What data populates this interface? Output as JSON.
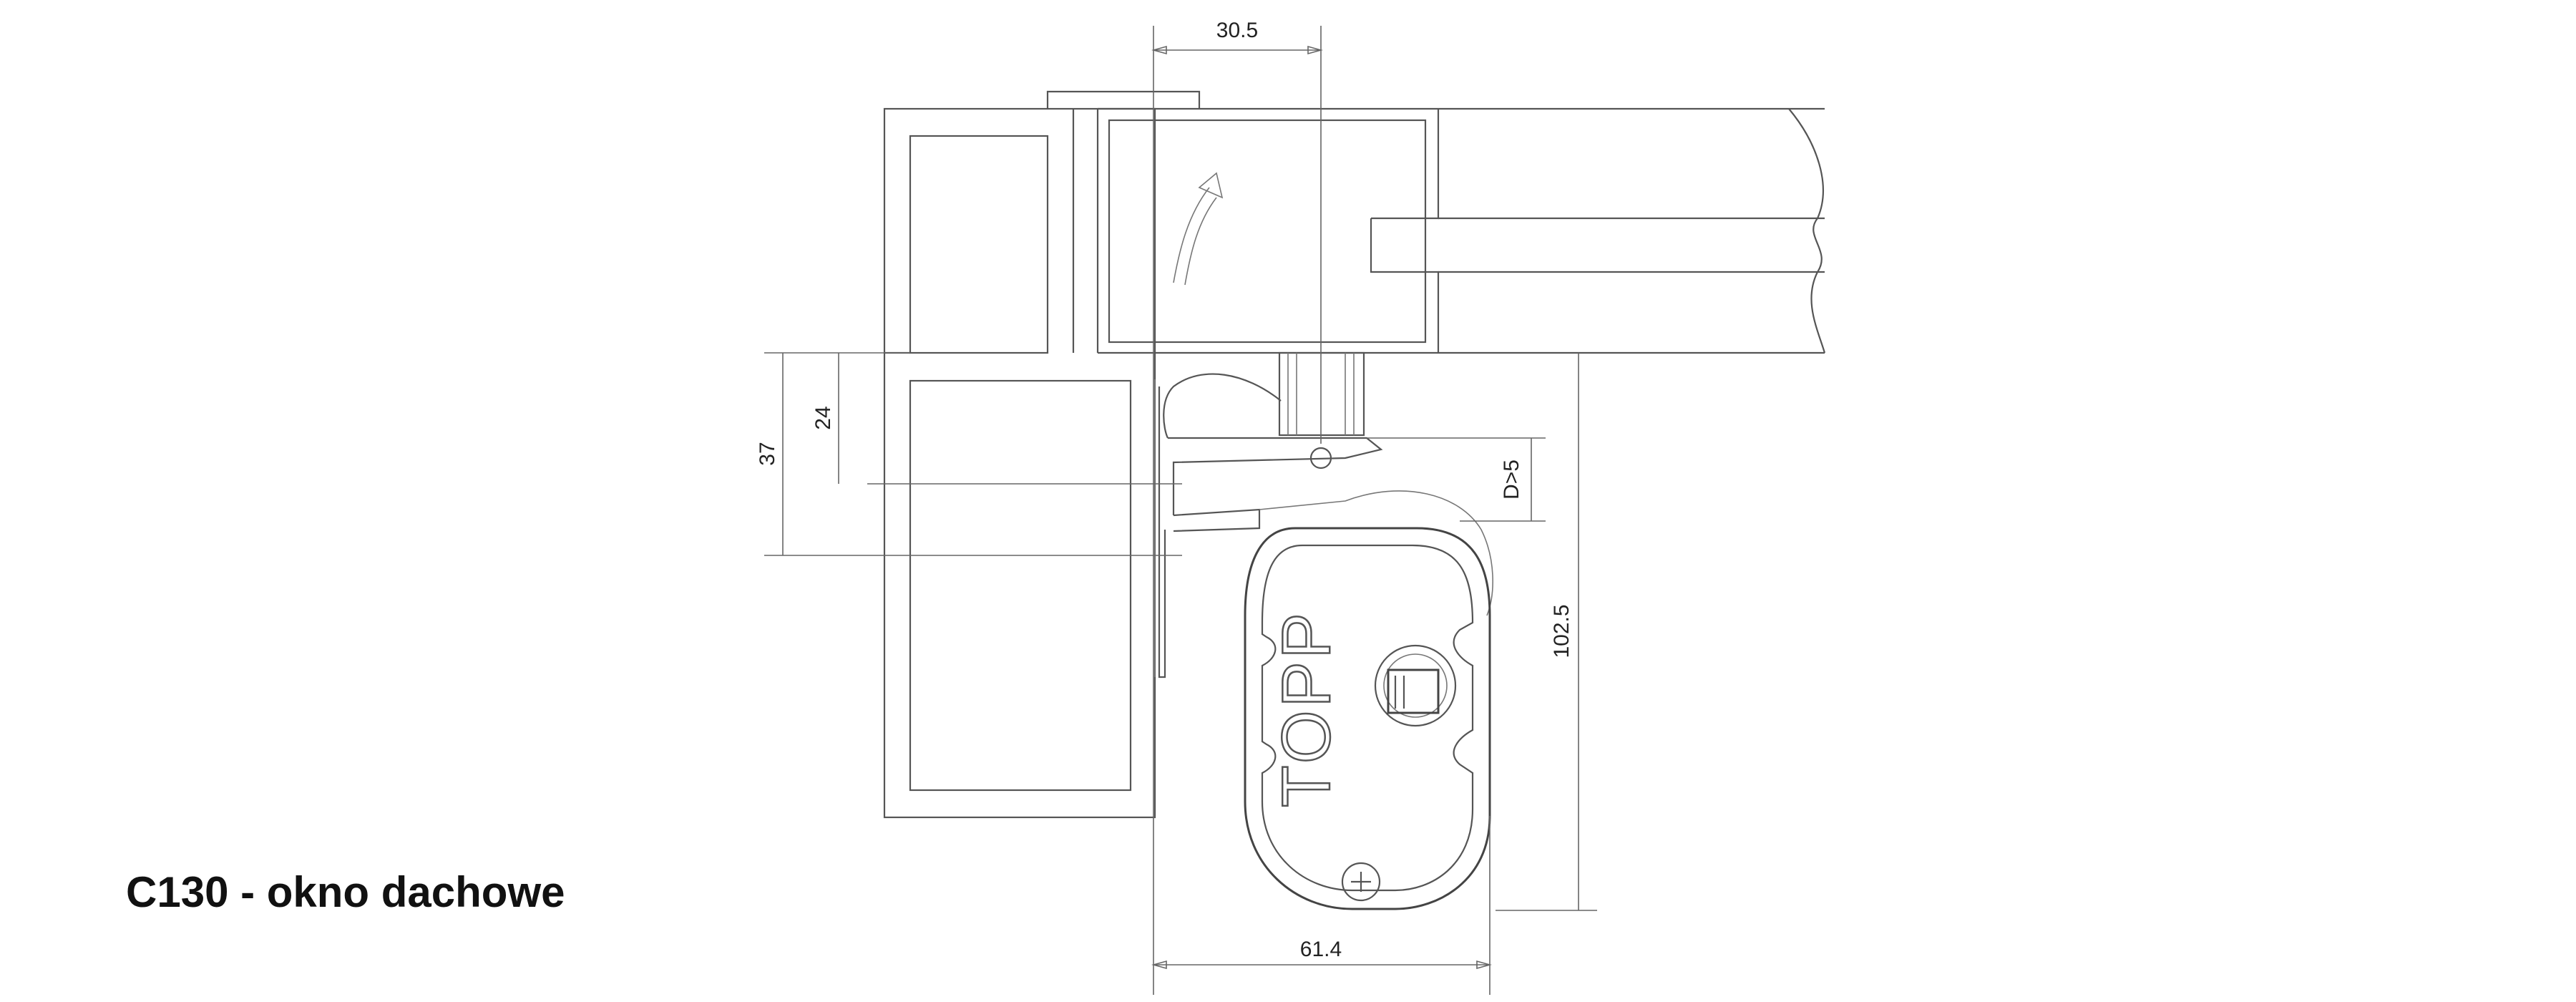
{
  "caption": "C130 - okno dachowe",
  "dimensions": {
    "top_width": "30.5",
    "left_outer": "37",
    "left_inner": "24",
    "gap": "D>5",
    "right_height": "102.5",
    "bottom_width": "61.4"
  },
  "logo_text": "TOPP"
}
